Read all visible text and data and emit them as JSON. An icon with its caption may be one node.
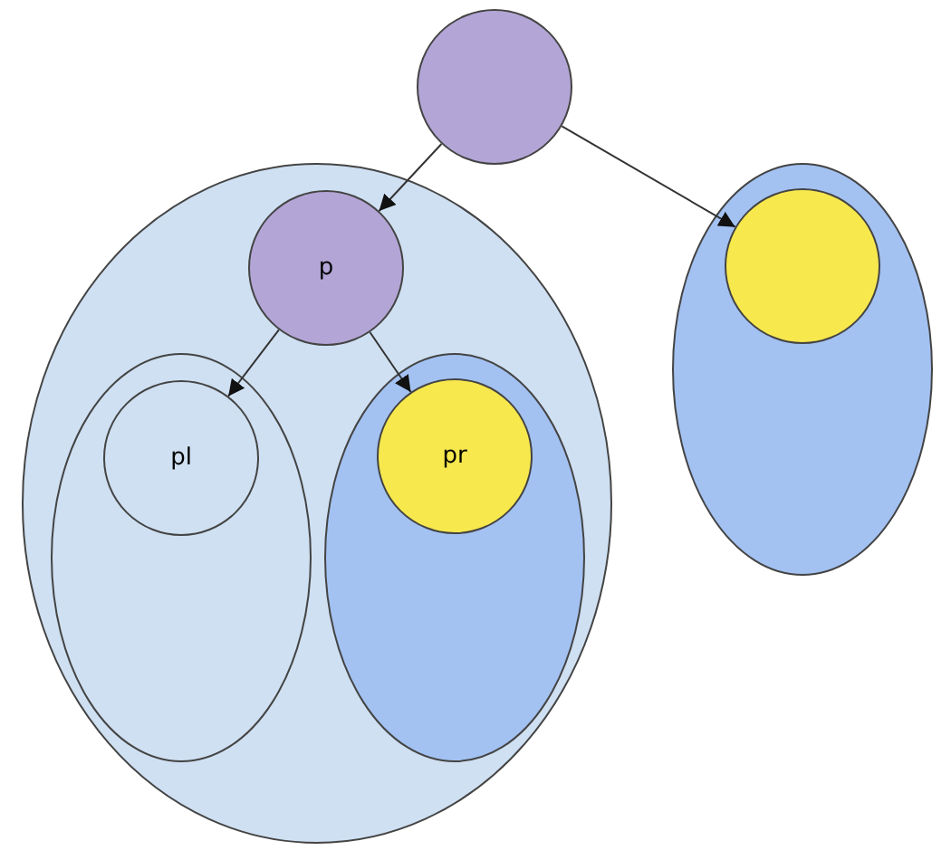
{
  "diagram": {
    "nodes": [
      {
        "text": [],
        "shape": "circle"
      },
      {
        "text": [],
        "shape": "ellipse"
      },
      {
        "text": [
          "p"
        ],
        "in": 1
      },
      {
        "text": [],
        "shape": "ellipse",
        "in": 1
      },
      {
        "text": [
          "pl"
        ],
        "in": 3
      },
      {
        "text": [],
        "shape": "ellipse",
        "in": 1
      },
      {
        "text": [
          "pr"
        ],
        "in": 5
      },
      {
        "text": [],
        "shape": "ellipse"
      },
      {
        "text": [],
        "shape": "circle",
        "in": 7
      }
    ],
    "edges": [
      {
        "from": 0,
        "to": 2,
        "arrow": "to"
      },
      {
        "from": 0,
        "to": 8,
        "arrow": "to"
      },
      {
        "from": 2,
        "to": 4,
        "arrow": "to"
      },
      {
        "from": 2,
        "to": 6,
        "arrow": "to"
      }
    ]
  }
}
